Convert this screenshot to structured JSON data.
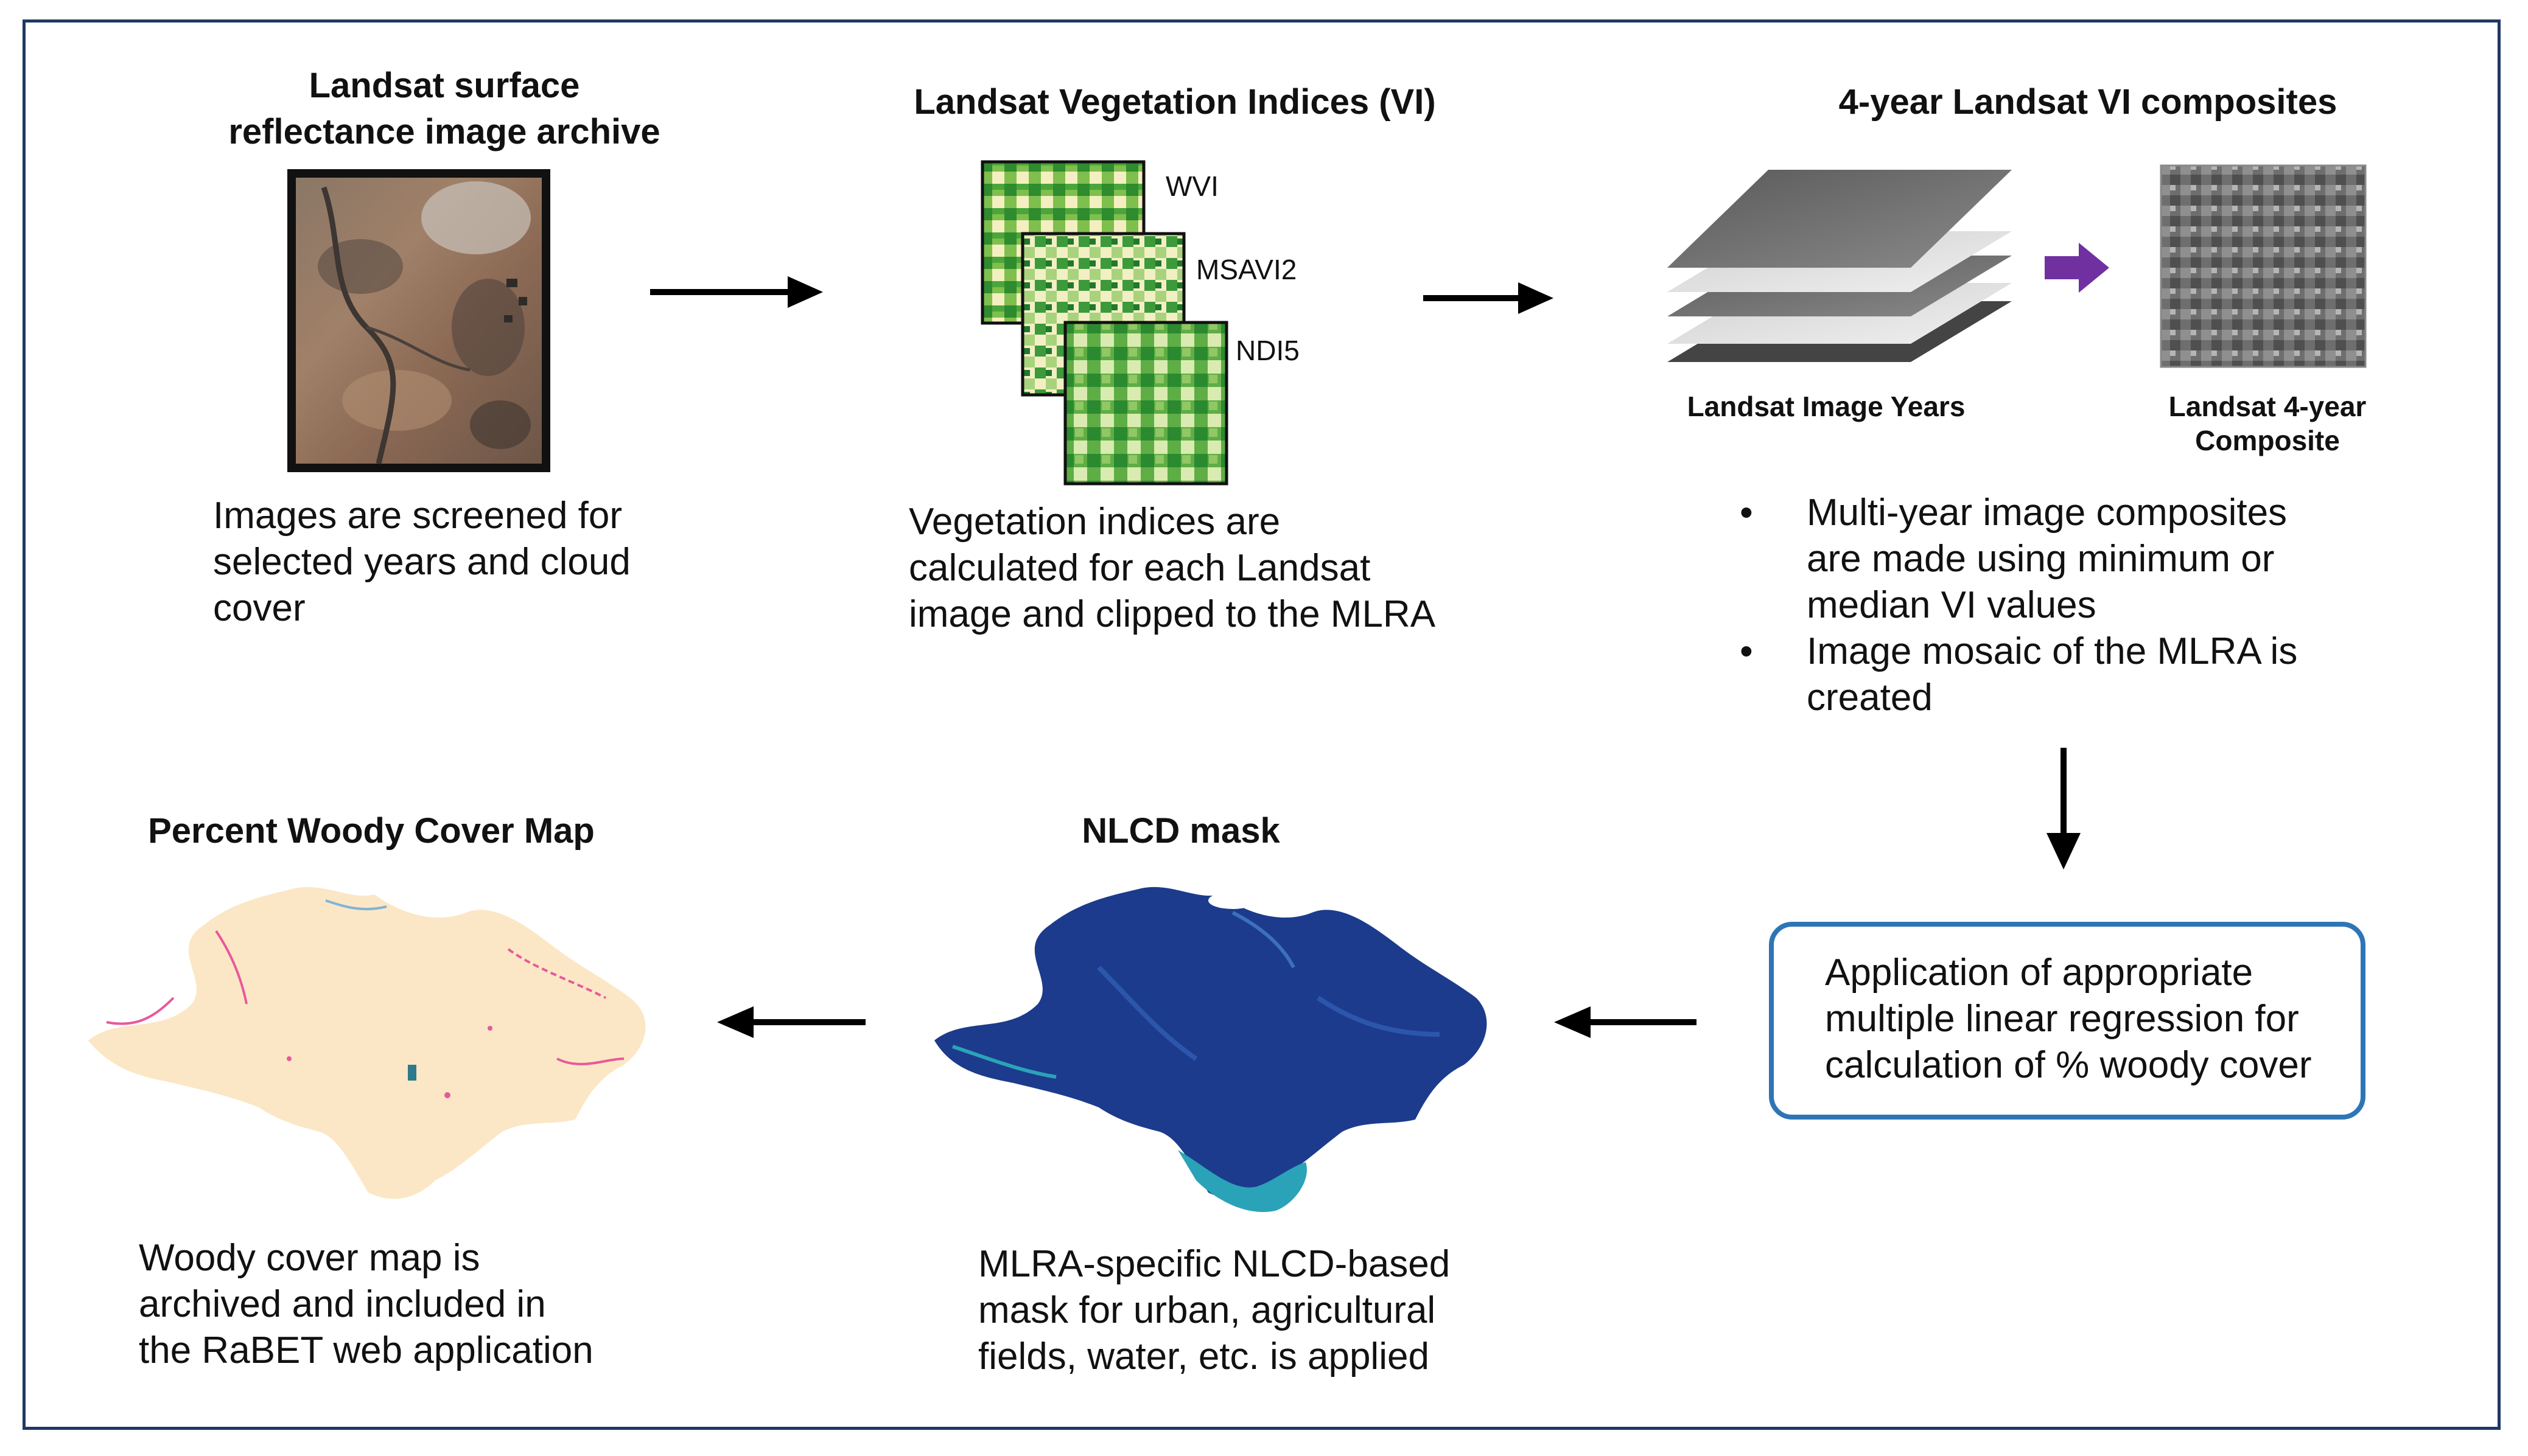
{
  "steps": {
    "archive": {
      "title_line1": "Landsat surface",
      "title_line2": "reflectance image archive",
      "desc_lines": [
        "Images are screened for",
        "selected years and cloud",
        "cover"
      ]
    },
    "vi": {
      "title": "Landsat Vegetation Indices (VI)",
      "layers": [
        "WVI",
        "MSAVI2",
        "NDI5"
      ],
      "desc_lines": [
        "Vegetation indices are",
        "calculated for each Landsat",
        "image and clipped to the MLRA"
      ]
    },
    "composite": {
      "title": "4-year Landsat VI composites",
      "years_label": "Landsat Image Years",
      "composite_label_line1": "Landsat 4-year",
      "composite_label_line2": "Composite",
      "bullets": [
        [
          "Multi-year image composites",
          "are made using minimum or",
          "median VI values"
        ],
        [
          "Image mosaic of the MLRA is",
          "created"
        ]
      ]
    },
    "regression": {
      "lines": [
        "Application of appropriate",
        "multiple linear regression for",
        "calculation of % woody cover"
      ]
    },
    "mask": {
      "title": "NLCD mask",
      "desc_lines": [
        "MLRA-specific NLCD-based",
        "mask for urban, agricultural",
        "fields, water, etc. is applied"
      ]
    },
    "map": {
      "title": "Percent Woody Cover Map",
      "desc_lines": [
        "Woody cover map is",
        "archived and included in",
        "the RaBET web application"
      ]
    }
  },
  "colors": {
    "frame": "#1f3864",
    "box_border": "#2e75b6",
    "arrow": "#000000",
    "purple_arrow": "#7030a0",
    "mask_fill": "#1c3b8c",
    "mask_edge": "#2aa3b8",
    "map_fill": "#fbe7c6",
    "map_accent": "#e8599a"
  }
}
